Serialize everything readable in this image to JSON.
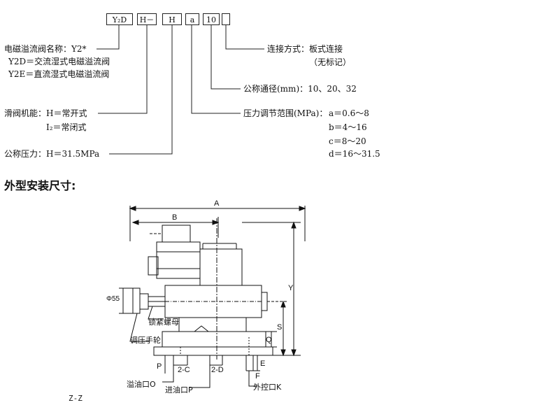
{
  "model_code": {
    "cells": [
      "Y₂D",
      "H－",
      "H",
      "a",
      "10",
      ""
    ]
  },
  "left_labels": {
    "name_line1": "电磁溢流阀名称：Y2*",
    "name_line2": "Y2D＝交流湿式电磁溢流阀",
    "name_line3": "Y2E＝直流湿式电磁溢流阀",
    "slide_line1": "滑阀机能：H＝常开式",
    "slide_line2": "I₂＝常闭式",
    "pressure": "公称压力：H＝31.5MPa"
  },
  "right_labels": {
    "connection_line1": "连接方式：板式连接",
    "connection_line2": "（无标记）",
    "diameter": "公称通径(mm)：10、20、32",
    "range_title": "压力调节范围(MPa)：",
    "range_a": "a＝0.6～8",
    "range_b": "b＝4～16",
    "range_c": "c＝8～20",
    "range_d": "d＝16～31.5"
  },
  "section_title": "外型安装尺寸:",
  "drawing": {
    "dim_A": "A",
    "dim_B": "B",
    "dim_Y": "Y",
    "dim_S": "S",
    "dim_Q": "Q",
    "dim_E": "E",
    "dim_F": "F",
    "dim_P": "P",
    "dim_2C": "2-C",
    "dim_2D": "2-D",
    "dim_phi55": "Φ55",
    "lock_nut": "锁紧螺母",
    "adjust_wheel": "调压手轮",
    "overflow_port": "溢油口O",
    "inlet_port": "进油口P",
    "external_port": "外控口K",
    "view_label": "Z-Z"
  }
}
